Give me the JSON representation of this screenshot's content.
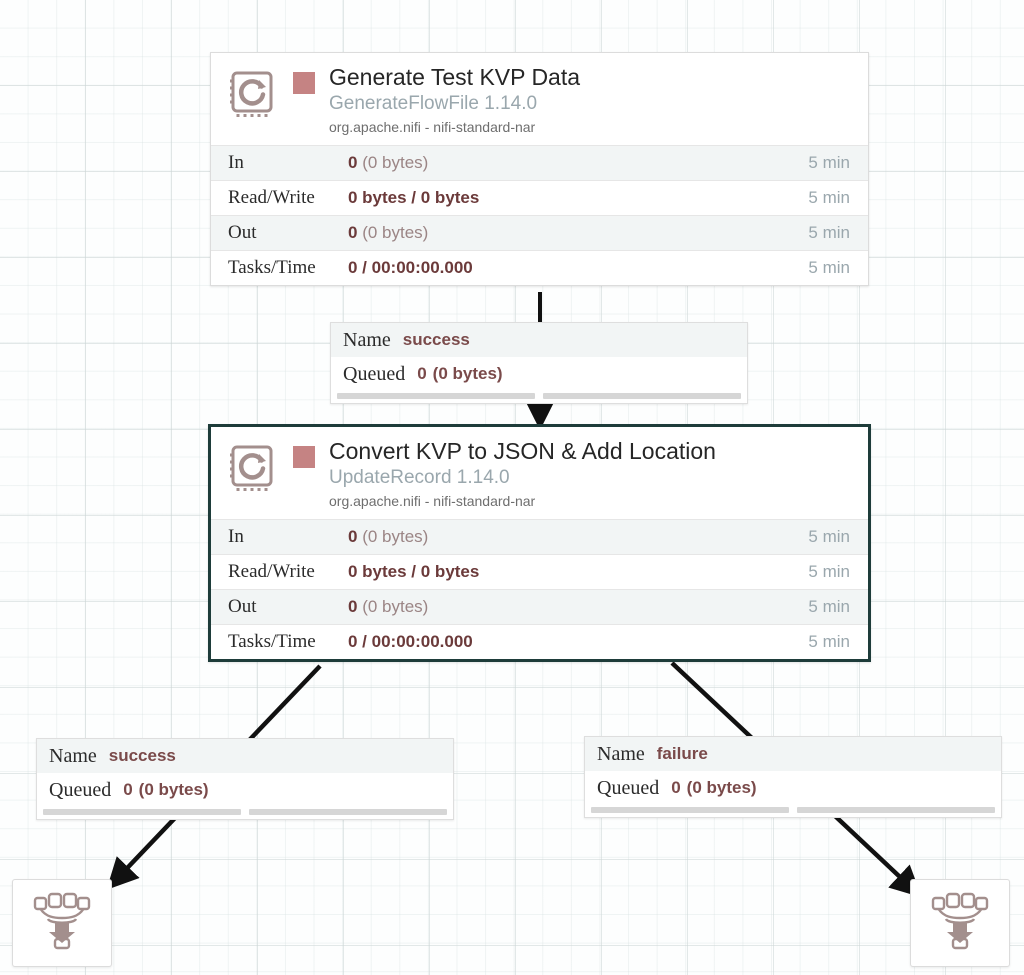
{
  "canvas": {
    "background_color": "#fdfefe",
    "grid_color": "#cdd6d6"
  },
  "palette": {
    "status_stopped": "#c58383",
    "selected_border": "#1e3c3a",
    "unselected_border": "#dcdcdc",
    "type_text": "#9aa7ad",
    "value_text": "#6b3a3a",
    "icon_color": "#a38f8d",
    "connection_line": "#111111"
  },
  "stats_labels": {
    "in": "In",
    "read_write": "Read/Write",
    "out": "Out",
    "tasks_time": "Tasks/Time"
  },
  "processors": [
    {
      "id": "generate-test-kvp-data",
      "name": "Generate Test KVP Data",
      "type": "GenerateFlowFile 1.14.0",
      "bundle": "org.apache.nifi - nifi-standard-nar",
      "status": "stopped",
      "selected": false,
      "icon": "processor-chip-icon",
      "stats": [
        {
          "label": "In",
          "value_bold": "0",
          "value_muted": "(0 bytes)",
          "time": "5 min"
        },
        {
          "label": "Read/Write",
          "value_bold": "0 bytes / 0 bytes",
          "value_muted": "",
          "time": "5 min"
        },
        {
          "label": "Out",
          "value_bold": "0",
          "value_muted": "(0 bytes)",
          "time": "5 min"
        },
        {
          "label": "Tasks/Time",
          "value_bold": "0 / 00:00:00.000",
          "value_muted": "",
          "time": "5 min"
        }
      ]
    },
    {
      "id": "convert-kvp-to-json-add-location",
      "name": "Convert KVP to JSON & Add Location",
      "type": "UpdateRecord 1.14.0",
      "bundle": "org.apache.nifi - nifi-standard-nar",
      "status": "stopped",
      "selected": true,
      "icon": "processor-chip-icon",
      "stats": [
        {
          "label": "In",
          "value_bold": "0",
          "value_muted": "(0 bytes)",
          "time": "5 min"
        },
        {
          "label": "Read/Write",
          "value_bold": "0 bytes / 0 bytes",
          "value_muted": "",
          "time": "5 min"
        },
        {
          "label": "Out",
          "value_bold": "0",
          "value_muted": "(0 bytes)",
          "time": "5 min"
        },
        {
          "label": "Tasks/Time",
          "value_bold": "0 / 00:00:00.000",
          "value_muted": "",
          "time": "5 min"
        }
      ]
    }
  ],
  "connections": [
    {
      "id": "conn-generate-to-convert",
      "name_key": "Name",
      "name_value": "success",
      "queued_key": "Queued",
      "queued_count": "0",
      "queued_size": "(0 bytes)"
    },
    {
      "id": "conn-convert-success",
      "name_key": "Name",
      "name_value": "success",
      "queued_key": "Queued",
      "queued_count": "0",
      "queued_size": "(0 bytes)"
    },
    {
      "id": "conn-convert-failure",
      "name_key": "Name",
      "name_value": "failure",
      "queued_key": "Queued",
      "queued_count": "0",
      "queued_size": "(0 bytes)"
    }
  ],
  "funnels": [
    {
      "id": "funnel-success",
      "icon": "funnel-icon"
    },
    {
      "id": "funnel-failure",
      "icon": "funnel-icon"
    }
  ]
}
